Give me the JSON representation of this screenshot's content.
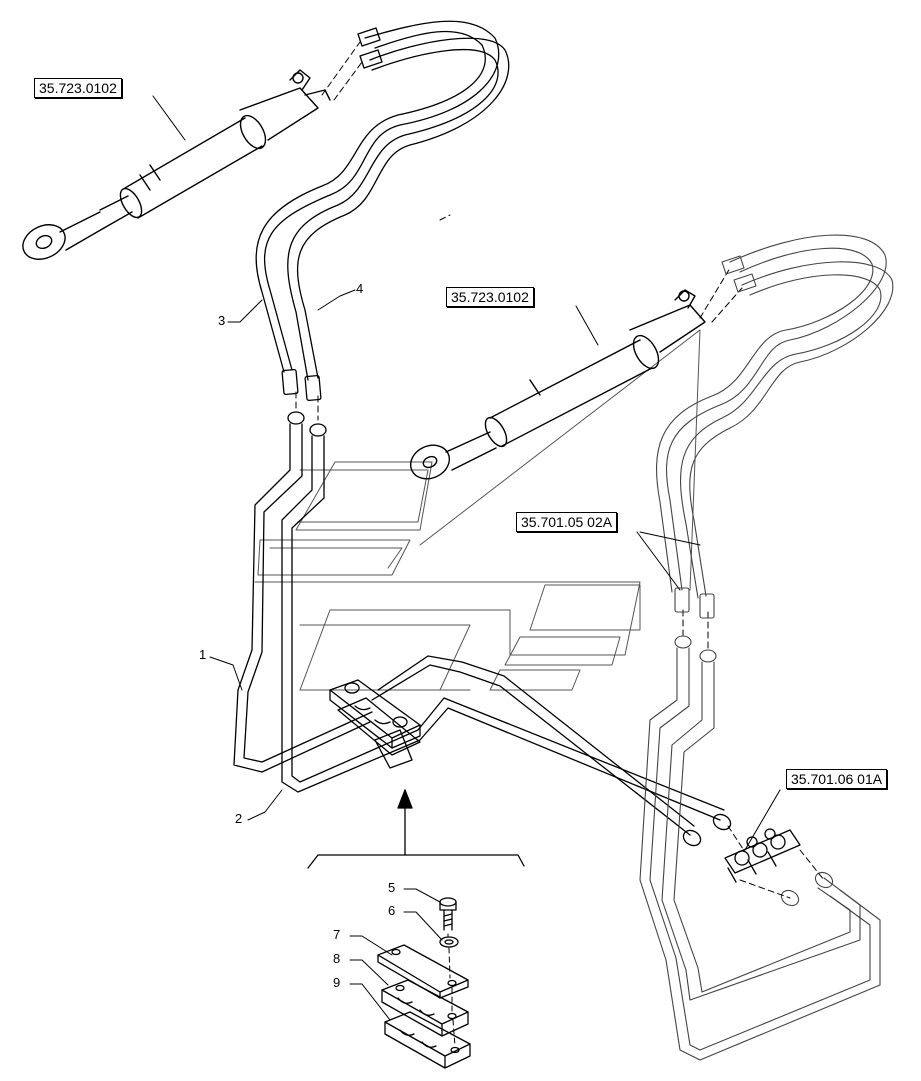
{
  "references": {
    "ref_cylinder_top": "35.723.0102",
    "ref_cylinder_mid": "35.723.0102",
    "ref_hoses_right": "35.701.05 02A",
    "ref_coupler_block": "35.701.06 01A"
  },
  "callouts": {
    "item_1": "1",
    "item_2": "2",
    "item_3": "3",
    "item_4": "4",
    "item_5": "5",
    "item_6": "6",
    "item_7": "7",
    "item_8": "8",
    "item_9": "9"
  },
  "colors": {
    "line": "#000000",
    "watermark": "#555555",
    "background": "#ffffff"
  }
}
